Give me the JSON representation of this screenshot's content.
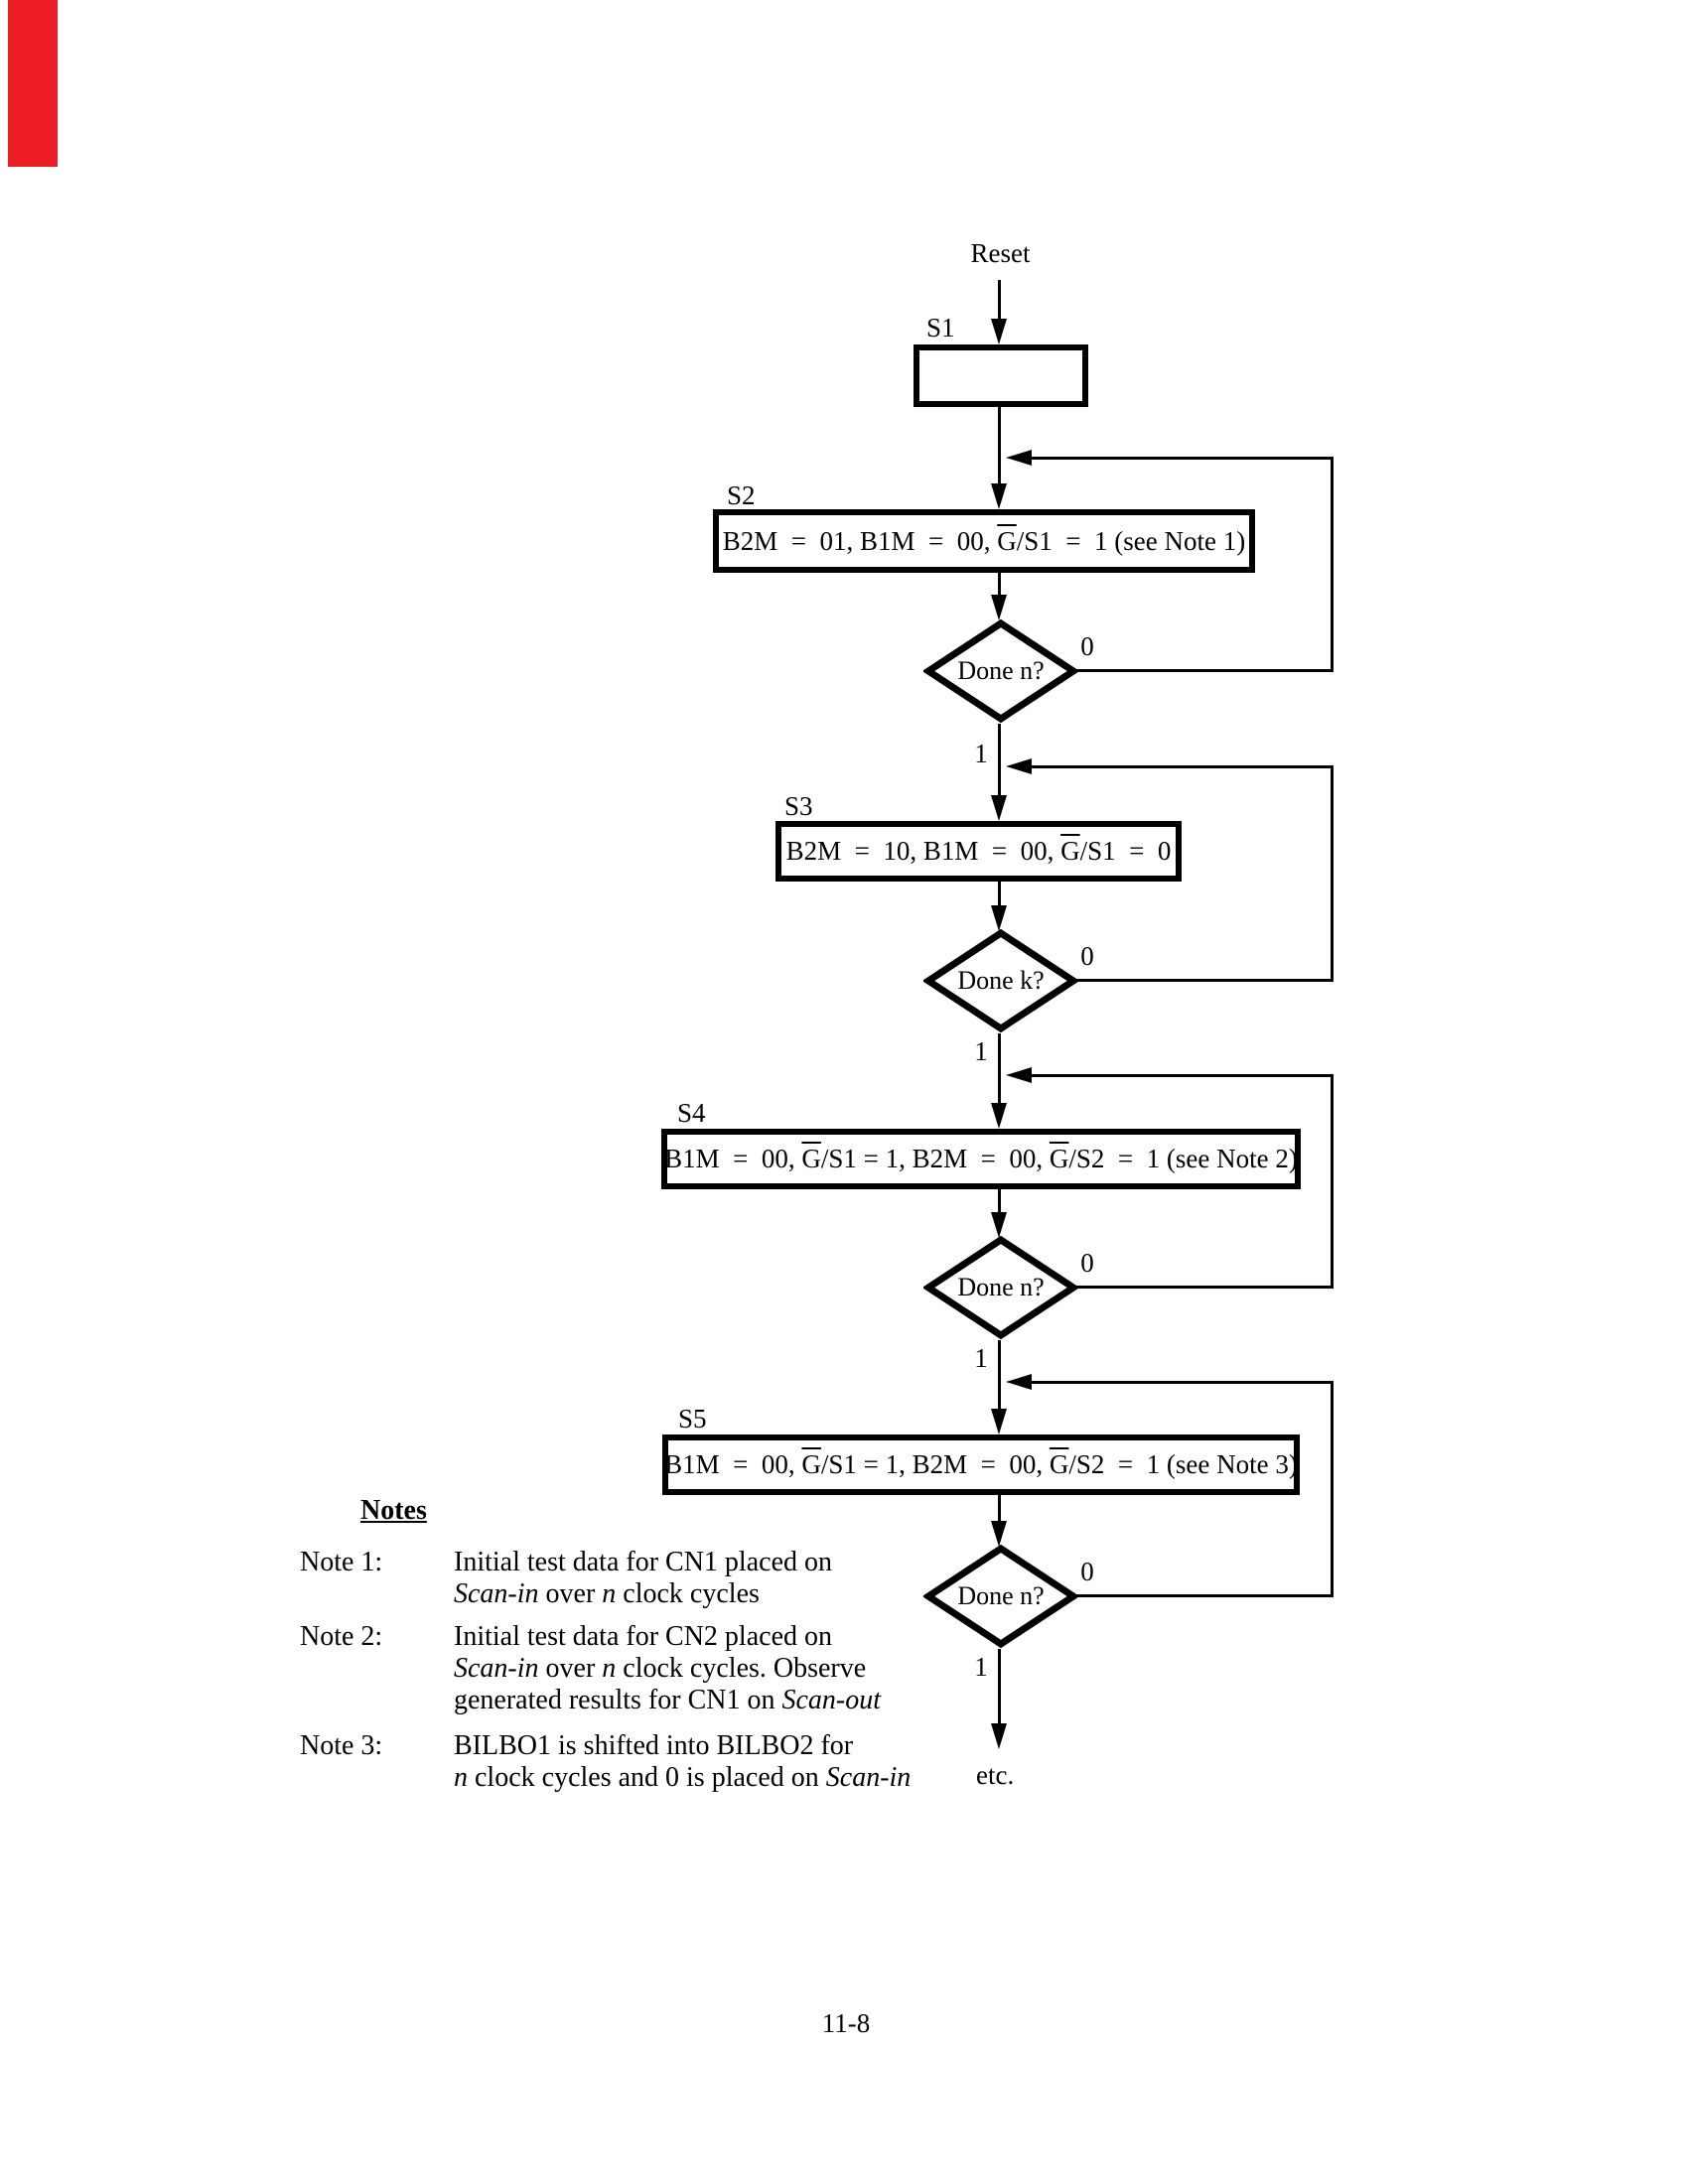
{
  "artifact": {
    "color": "#EC1C24",
    "description": "red-scan-mark"
  },
  "flowchart": {
    "start_label": "Reset",
    "etc_label": "etc.",
    "states": [
      {
        "id": "S1",
        "segments": []
      },
      {
        "id": "S2",
        "segments": [
          {
            "t": "B2M = 01, B1M = 00, "
          },
          {
            "t": "G",
            "ov": true
          },
          {
            "t": "/S1 = 1 (see Note 1)"
          }
        ]
      },
      {
        "id": "S3",
        "segments": [
          {
            "t": "B2M = 10, B1M = 00, "
          },
          {
            "t": "G",
            "ov": true
          },
          {
            "t": "/S1 = 0"
          }
        ]
      },
      {
        "id": "S4",
        "segments": [
          {
            "t": "B1M = 00, "
          },
          {
            "t": "G",
            "ov": true
          },
          {
            "t": "/S1 = 1, B2M = 00, "
          },
          {
            "t": "G",
            "ov": true
          },
          {
            "t": "/S2 = 1 (see Note 2)"
          }
        ]
      },
      {
        "id": "S5",
        "segments": [
          {
            "t": "B1M = 00, "
          },
          {
            "t": "G",
            "ov": true
          },
          {
            "t": "/S1 = 1, B2M = 00, "
          },
          {
            "t": "G",
            "ov": true
          },
          {
            "t": "/S2 = 1 (see Note 3)"
          }
        ]
      }
    ],
    "decisions": [
      {
        "label": "Done n?",
        "no": "0",
        "yes": "1"
      },
      {
        "label": "Done k?",
        "no": "0",
        "yes": "1"
      },
      {
        "label": "Done n?",
        "no": "0",
        "yes": "1"
      },
      {
        "label": "Done n?",
        "no": "0",
        "yes": "1"
      }
    ]
  },
  "notes": {
    "title": "Notes",
    "items": [
      {
        "label": "Note 1:",
        "lines": [
          [
            {
              "t": "Initial test data for CN1 placed on"
            }
          ],
          [
            {
              "t": "Scan-in",
              "i": true
            },
            {
              "t": " over "
            },
            {
              "t": "n",
              "i": true
            },
            {
              "t": " clock cycles"
            }
          ]
        ]
      },
      {
        "label": "Note 2:",
        "lines": [
          [
            {
              "t": "Initial test data for CN2 placed on"
            }
          ],
          [
            {
              "t": "Scan-in",
              "i": true
            },
            {
              "t": " over "
            },
            {
              "t": "n",
              "i": true
            },
            {
              "t": " clock cycles. Observe"
            }
          ],
          [
            {
              "t": "generated results for CN1 on "
            },
            {
              "t": "Scan-out",
              "i": true
            }
          ]
        ]
      },
      {
        "label": "Note 3:",
        "lines": [
          [
            {
              "t": "BILBO1 is shifted into BILBO2 for"
            }
          ],
          [
            {
              "t": "n",
              "i": true
            },
            {
              "t": " clock cycles and 0 is placed on "
            },
            {
              "t": "Scan-in",
              "i": true
            }
          ]
        ]
      }
    ]
  },
  "page": {
    "number": "11-8"
  }
}
